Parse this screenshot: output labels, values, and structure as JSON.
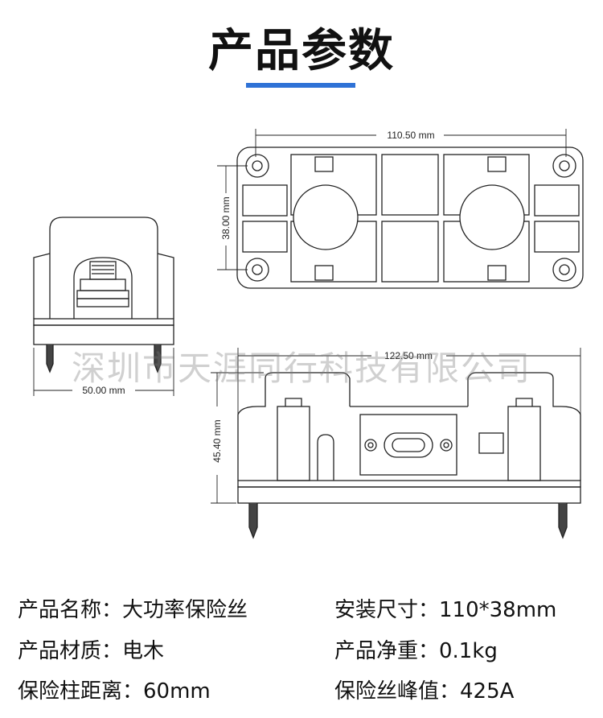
{
  "header": {
    "title": "产品参数",
    "accent_color": "#2f72d6"
  },
  "dimensions": {
    "top_width": "110.50 mm",
    "top_height": "38.00 mm",
    "side_width": "50.00 mm",
    "front_width": "122.50 mm",
    "front_height": "45.40 mm"
  },
  "watermark": "深圳市天涯同行科技有限公司",
  "specs": {
    "name": "产品名称：大功率保险丝",
    "material": "产品材质：电木",
    "post_distance": "保险柱距离：60mm",
    "install_size": "安装尺寸：110*38mm",
    "weight": "产品净重：0.1kg",
    "peak": "保险丝峰值：425A"
  }
}
